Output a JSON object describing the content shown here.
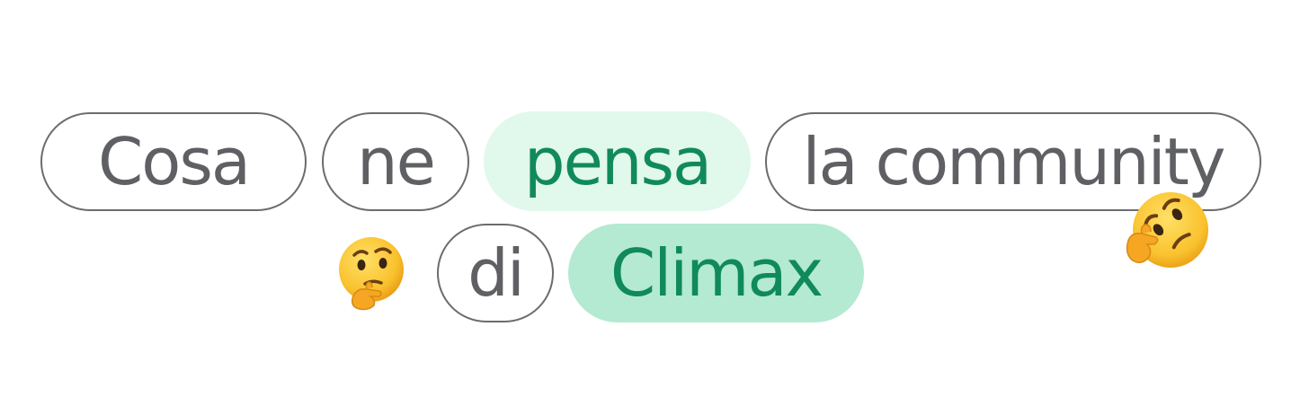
{
  "title": {
    "line1": [
      "Cosa",
      "ne",
      "pensa",
      "la community"
    ],
    "line2": [
      "di",
      "Climax"
    ]
  },
  "colors": {
    "outline": "#6b6c70",
    "outline_text": "#5f6064",
    "mint_bg": "#e1f8ec",
    "mint_strong_bg": "#b3ead1",
    "green_text": "#108a5a"
  },
  "icons": [
    "thinking-face-icon",
    "thinking-face-tilted-icon"
  ]
}
